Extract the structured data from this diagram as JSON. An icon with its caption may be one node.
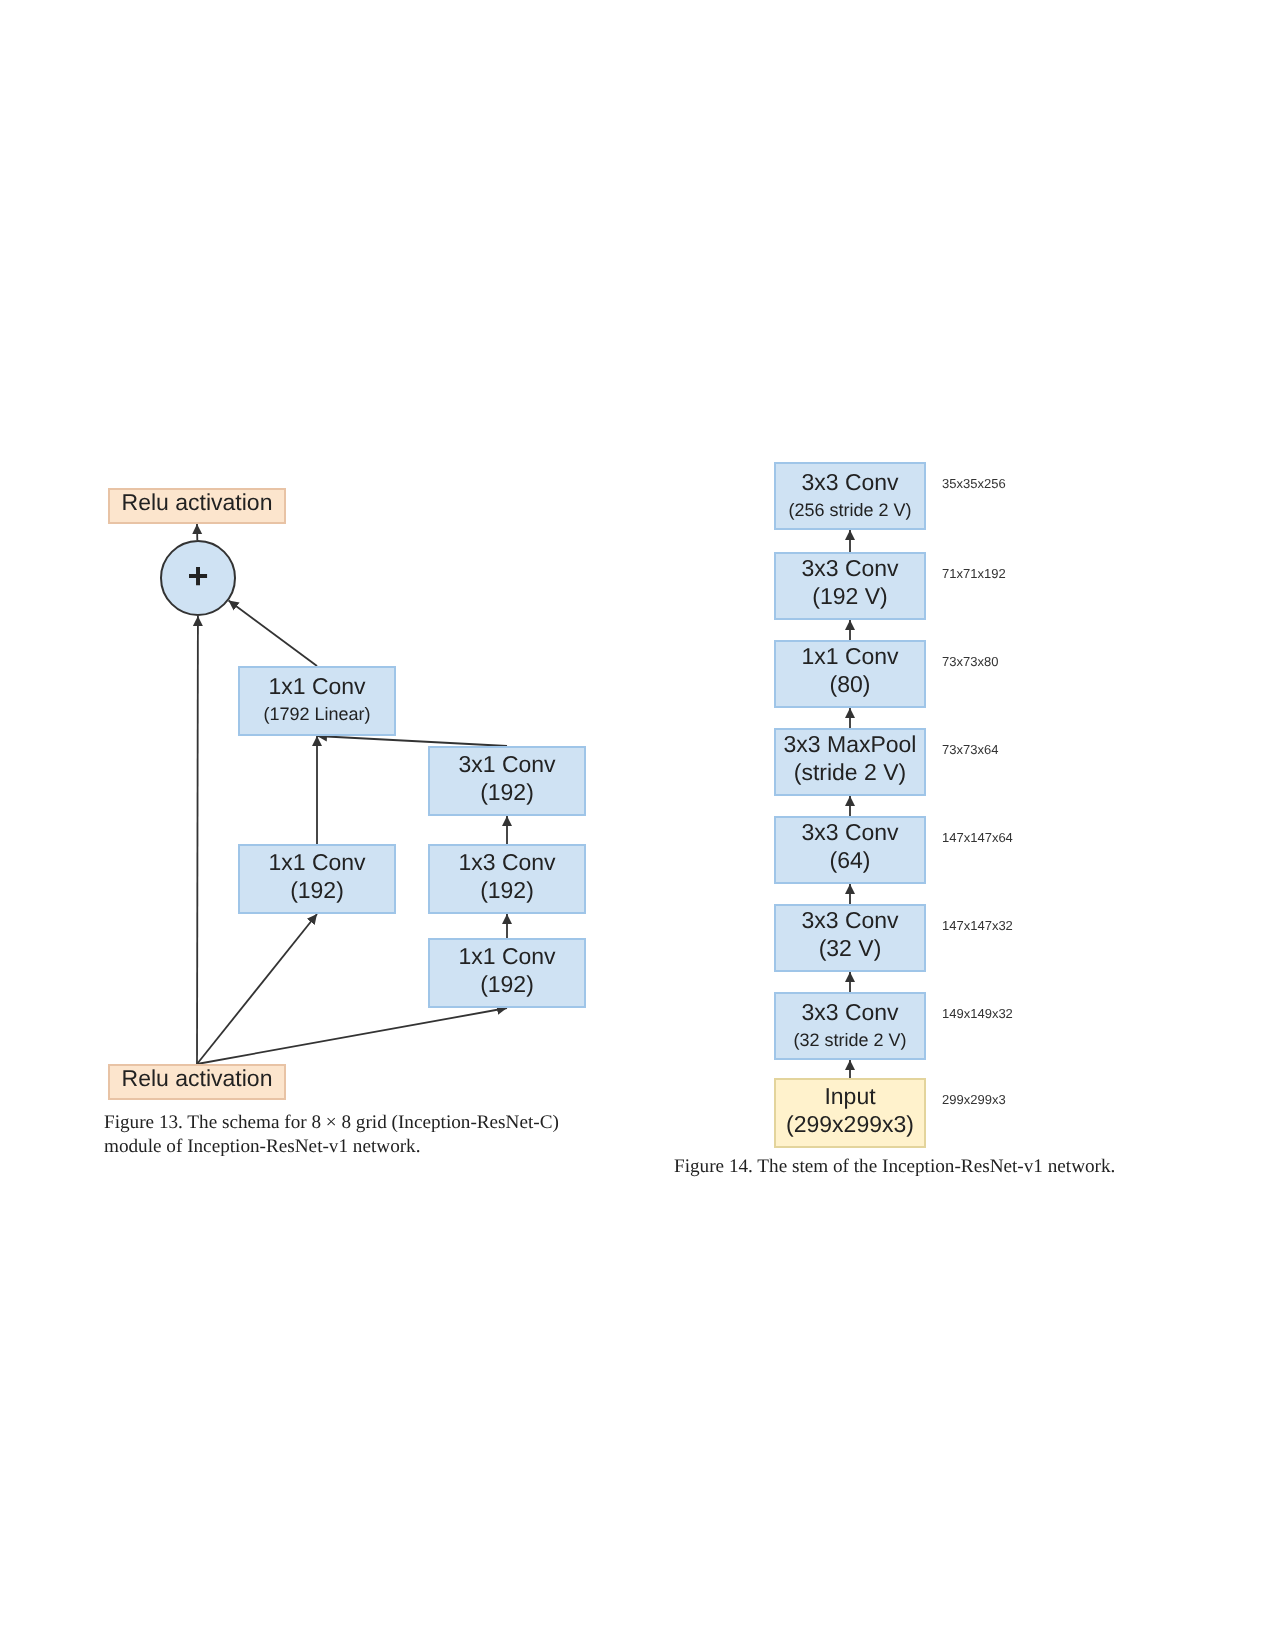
{
  "diagram": {
    "nodes": [
      {
        "text": [
          "Relu activation"
        ]
      },
      {
        "text": [
          "+"
        ]
      },
      {
        "text": [
          "1x1 Conv",
          "(1792 Linear)"
        ]
      },
      {
        "text": [
          "3x1 Conv",
          "(192)"
        ]
      },
      {
        "text": [
          "1x1 Conv",
          "(192)"
        ]
      },
      {
        "text": [
          "1x3 Conv",
          "(192)"
        ]
      },
      {
        "text": [
          "1x1 Conv",
          "(192)"
        ]
      },
      {
        "text": [
          "Relu activation"
        ]
      },
      {
        "text": [
          "3x3 Conv",
          "(256 stride 2 V)"
        ],
        "beside": [
          "35x35x256"
        ]
      },
      {
        "text": [
          "3x3 Conv",
          "(192 V)"
        ],
        "beside": [
          "71x71x192"
        ]
      },
      {
        "text": [
          "1x1 Conv",
          "(80)"
        ],
        "beside": [
          "73x73x80"
        ]
      },
      {
        "text": [
          "3x3 MaxPool",
          "(stride 2 V)"
        ],
        "beside": [
          "73x73x64"
        ]
      },
      {
        "text": [
          "3x3 Conv",
          "(64)"
        ],
        "beside": [
          "147x147x64"
        ]
      },
      {
        "text": [
          "3x3 Conv",
          "(32 V)"
        ],
        "beside": [
          "147x147x32"
        ]
      },
      {
        "text": [
          "3x3 Conv",
          "(32 stride 2 V)"
        ],
        "beside": [
          "149x149x32"
        ]
      },
      {
        "text": [
          "Input",
          "(299x299x3)"
        ],
        "beside": [
          "299x299x3"
        ]
      }
    ],
    "edges": [
      {
        "from": 1,
        "to": 0,
        "arrow": "to"
      },
      {
        "from": 2,
        "to": 1,
        "arrow": "to"
      },
      {
        "from": 3,
        "to": 2,
        "arrow": "to"
      },
      {
        "from": 4,
        "to": 2,
        "arrow": "to"
      },
      {
        "from": 5,
        "to": 3,
        "arrow": "to"
      },
      {
        "from": 6,
        "to": 5,
        "arrow": "to"
      },
      {
        "from": 7,
        "to": 1,
        "arrow": "to"
      },
      {
        "from": 7,
        "to": 4,
        "arrow": "to"
      },
      {
        "from": 7,
        "to": 6,
        "arrow": "to"
      },
      {
        "from": 15,
        "to": 14,
        "arrow": "to"
      },
      {
        "from": 14,
        "to": 13,
        "arrow": "to"
      },
      {
        "from": 13,
        "to": 12,
        "arrow": "to"
      },
      {
        "from": 12,
        "to": 11,
        "arrow": "to"
      },
      {
        "from": 11,
        "to": 10,
        "arrow": "to"
      },
      {
        "from": 10,
        "to": 9,
        "arrow": "to"
      },
      {
        "from": 9,
        "to": 8,
        "arrow": "to"
      }
    ],
    "labels": [
      "Figure 13. The schema for 8 × 8 grid (Inception-ResNet-C) module of Inception-ResNet-v1 network.",
      "Figure 14. The stem of the Inception-ResNet-v1 network."
    ]
  }
}
